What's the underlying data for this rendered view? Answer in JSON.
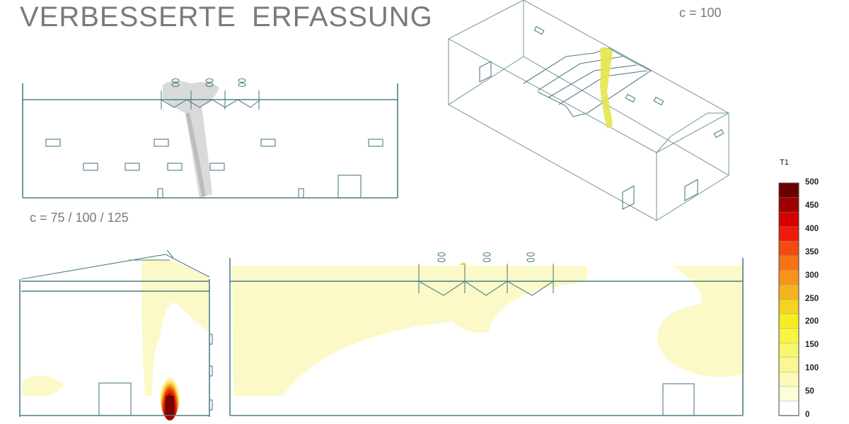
{
  "title": "VERBESSERTE  ERFASSUNG",
  "label_top_right": "c = 100",
  "label_middle": "c = 75 / 100 / 125",
  "colorbar": {
    "title": "T1",
    "ticks": [
      "500",
      "450",
      "400",
      "350",
      "300",
      "250",
      "200",
      "150",
      "100",
      "50",
      "0"
    ],
    "colors": [
      "#6b0000",
      "#a00000",
      "#d40000",
      "#ee1b0d",
      "#f24b12",
      "#f57316",
      "#f7941b",
      "#f4b31e",
      "#f4d321",
      "#f5ee25",
      "#f7f540",
      "#f8f76c",
      "#f9f893",
      "#fbfab7",
      "#fcfcd9",
      "#ffffff"
    ]
  },
  "palette": {
    "line": "#4f7f86",
    "haze": "#fbf9c8",
    "plume_yellow": "#e5e74a",
    "plume_gray": "#c9c9c9"
  }
}
